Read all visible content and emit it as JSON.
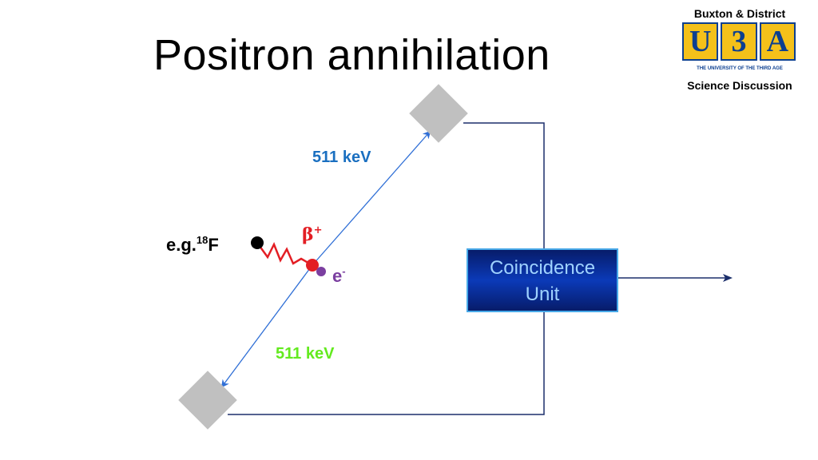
{
  "slide": {
    "title": "Positron annihilation"
  },
  "logo": {
    "top_text": "Buxton & District",
    "letters": [
      "U",
      "3",
      "A"
    ],
    "strapline": "THE UNIVERSITY OF THE THIRD AGE",
    "bottom_text": "Science Discussion",
    "colors": {
      "letter_fill": "#f4c11a",
      "letter_text": "#0c3f90"
    }
  },
  "diagram": {
    "energy_top": "511 keV",
    "energy_bottom": "511 keV",
    "isotope_prefix": "e.g.",
    "isotope_mass": "18",
    "isotope_symbol": "F",
    "beta_symbol": "β",
    "beta_charge": "+",
    "electron_symbol": "e",
    "electron_charge": "-",
    "coincidence_line1": "Coincidence",
    "coincidence_line2": "Unit",
    "colors": {
      "energy_top": "#1a6fc0",
      "energy_bottom": "#63ea1f",
      "positron": "#e31e24",
      "electron": "#7b3fa0",
      "detector": "#c0c0c0",
      "wire": "#1b2f6b"
    }
  }
}
